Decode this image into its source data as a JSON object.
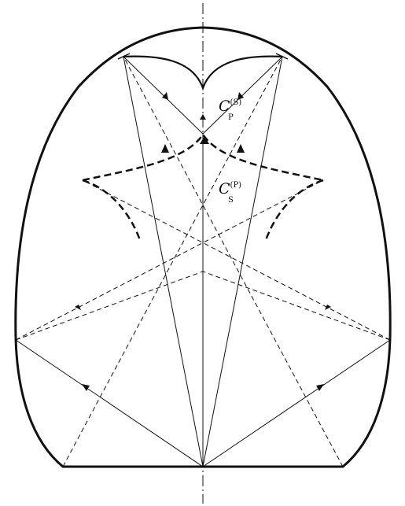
{
  "labels": {
    "cp": {
      "base": "C",
      "sub": "P",
      "sup": "(S)"
    },
    "cs": {
      "base": "C",
      "sub": "S",
      "sup": "(P)"
    }
  },
  "colors": {
    "stroke": "#111111",
    "background": "#ffffff"
  }
}
